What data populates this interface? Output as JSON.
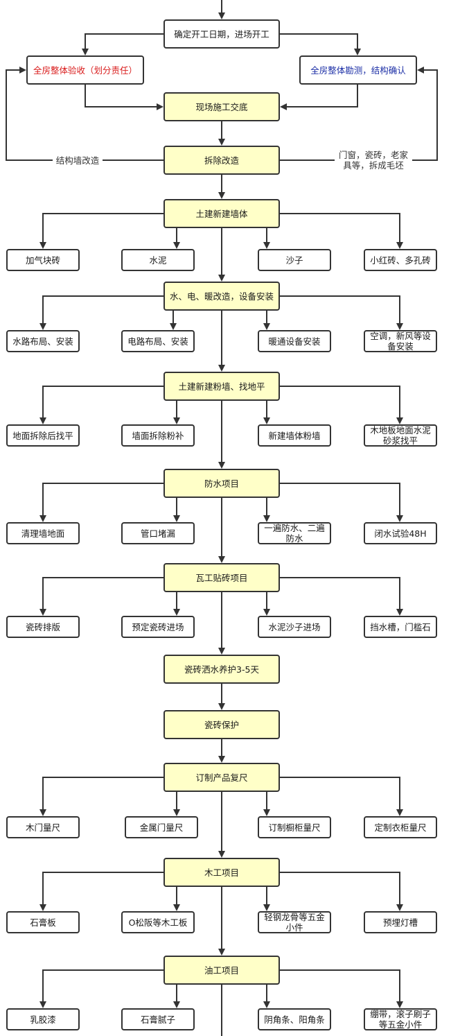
{
  "flow": {
    "start": "确定开工日期，进场开工",
    "left_check": "全房整体验收（划分责任）",
    "right_check": "全房整体勘测，结构确认",
    "handover": "现场施工交底",
    "demolish": "拆除改造",
    "demolish_left_label": "结构墙改造",
    "demolish_right_label": "门窗，瓷砖，老家具等，拆成毛坯",
    "stage1": {
      "title": "土建新建墙体",
      "items": [
        "加气块砖",
        "水泥",
        "沙子",
        "小红砖、多孔砖"
      ]
    },
    "stage2": {
      "title": "水、电、暖改造，设备安装",
      "items": [
        "水路布局、安装",
        "电路布局、安装",
        "暖通设备安装",
        "空调，新风等设备安装"
      ]
    },
    "stage3": {
      "title": "土建新建粉墙、找地平",
      "items": [
        "地面拆除后找平",
        "墙面拆除粉补",
        "新建墙体粉墙",
        "木地板地面水泥砂浆找平"
      ]
    },
    "stage4": {
      "title": "防水项目",
      "items": [
        "清理墙地面",
        "管口堵漏",
        "一遍防水、二遍防水",
        "闭水试验48H"
      ]
    },
    "stage5": {
      "title": "瓦工贴砖项目",
      "items": [
        "瓷砖排版",
        "预定瓷砖进场",
        "水泥沙子进场",
        "挡水槽，门槛石"
      ]
    },
    "tile_care": "瓷砖洒水养护3-5天",
    "tile_protect": "瓷砖保护",
    "stage6": {
      "title": "订制产品复尺",
      "items": [
        "木门量尺",
        "金属门量尺",
        "订制橱柜量尺",
        "定制衣柜量尺"
      ]
    },
    "stage7": {
      "title": "木工项目",
      "items": [
        "石膏板",
        "O松阪等木工板",
        "轻钢龙骨等五金小件",
        "预埋灯槽"
      ]
    },
    "stage8": {
      "title": "油工项目",
      "items": [
        "乳胶漆",
        "石膏腻子",
        "阴角条、阳角条",
        "绷带，滚子刷子等五金小件"
      ]
    }
  },
  "colors": {
    "main_fill": "#ffffc8",
    "line": "#333333",
    "red_text": "#d91c1c",
    "blue_text": "#1c2fa6"
  }
}
